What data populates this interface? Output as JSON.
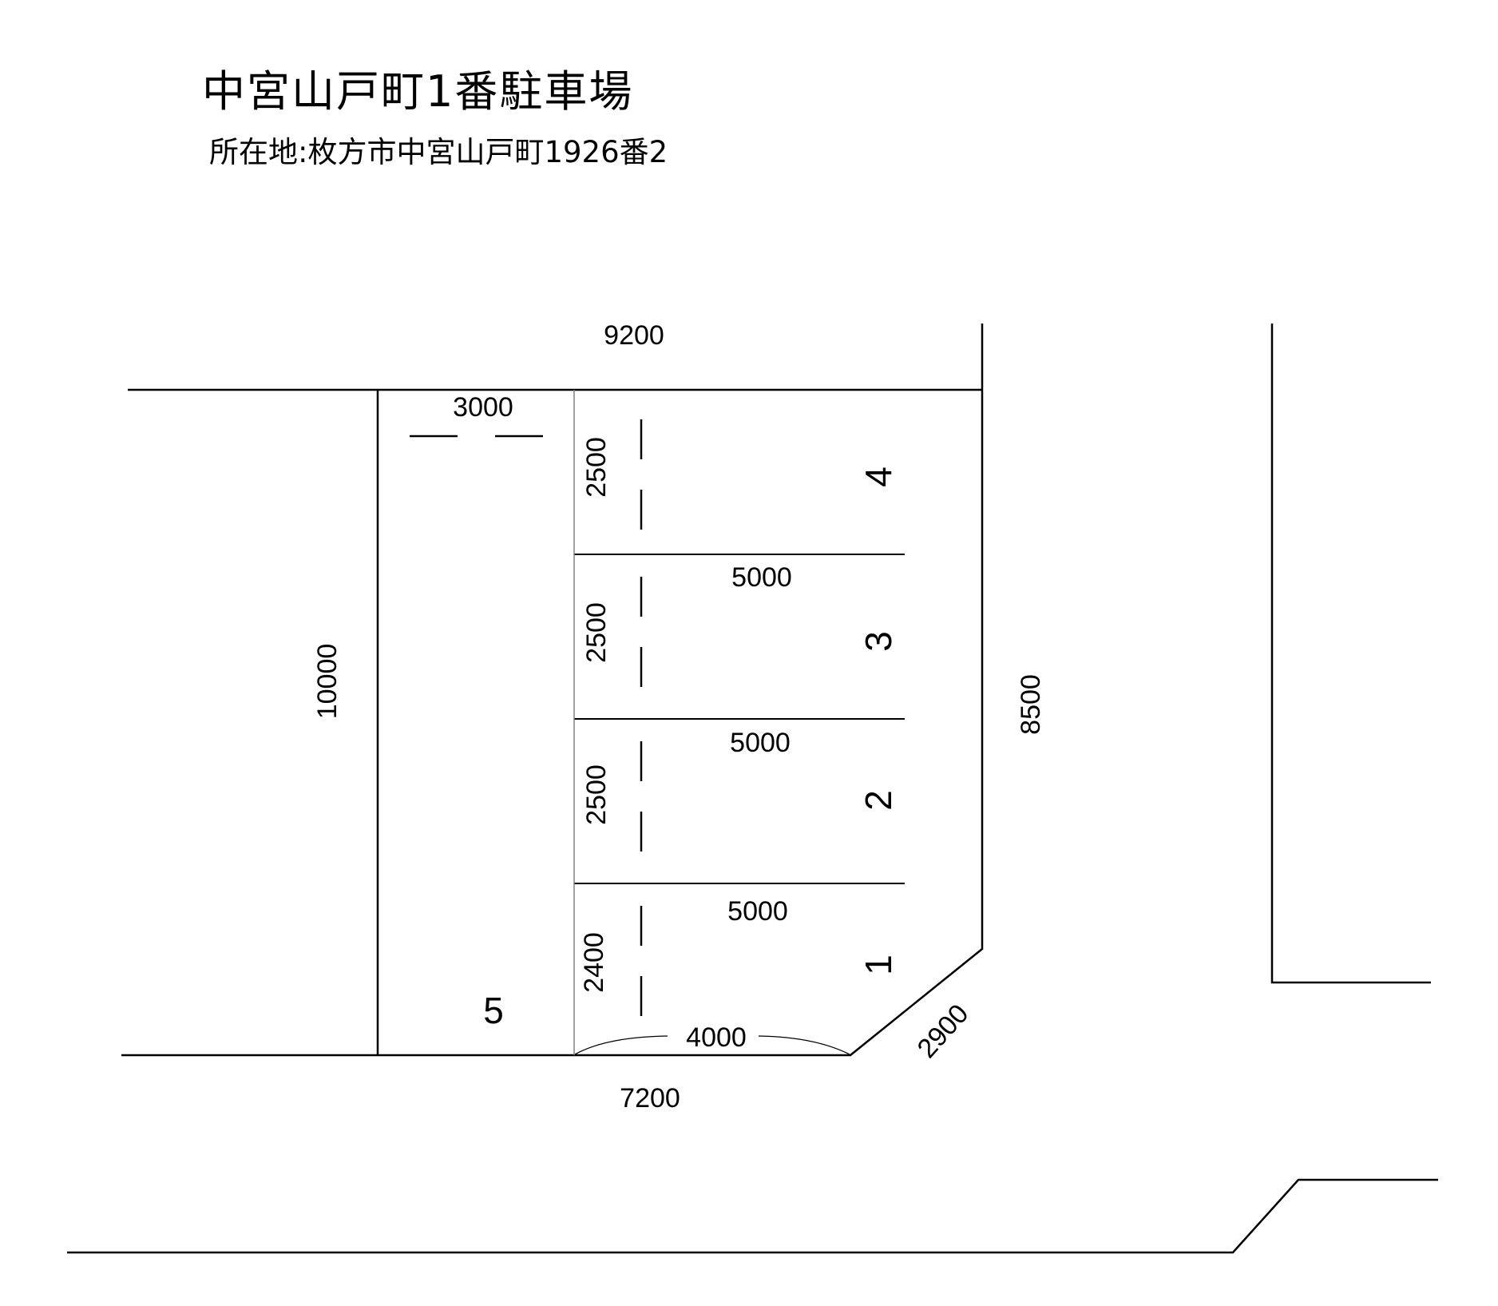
{
  "header": {
    "title": "中宮山戸町1番駐車場",
    "address": "所在地:枚方市中宮山戸町1926番2"
  },
  "dimensions": {
    "top_total": "9200",
    "aisle_width": "3000",
    "left_depth": "10000",
    "right_depth": "8500",
    "slot4_width": "2500",
    "slot3_width": "2500",
    "slot2_width": "2500",
    "slot1_width": "2400",
    "slot3_length": "5000",
    "slot2_length": "5000",
    "slot1_length": "5000",
    "bottom_opening": "4000",
    "bottom_total": "7200",
    "corner_chamfer": "2900"
  },
  "slots": [
    {
      "number": "1"
    },
    {
      "number": "2"
    },
    {
      "number": "3"
    },
    {
      "number": "4"
    },
    {
      "number": "5"
    }
  ],
  "colors": {
    "line": "#000000",
    "divider": "#808080",
    "background": "#ffffff"
  }
}
